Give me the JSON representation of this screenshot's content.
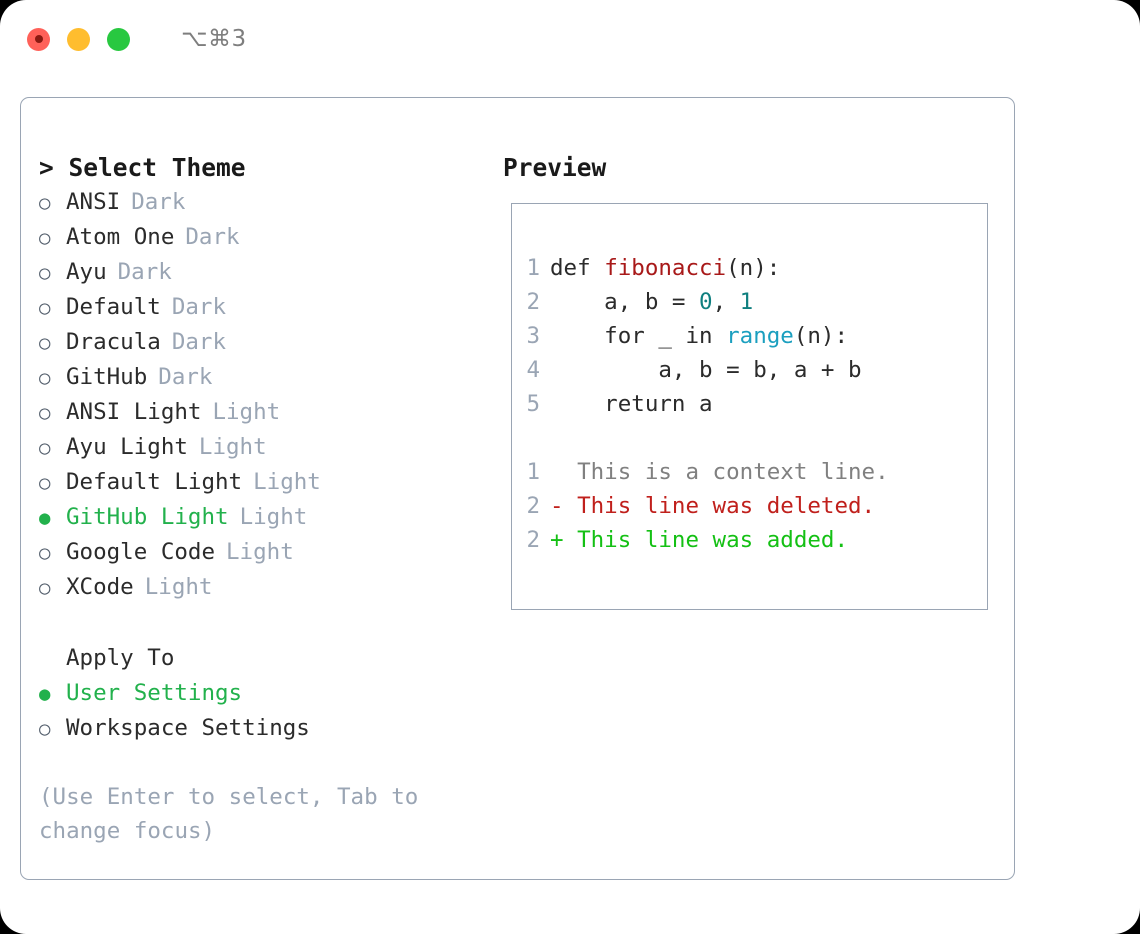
{
  "titlebar": {
    "shortcut": "⌥⌘3",
    "buttons": [
      {
        "name": "close",
        "color": "#ff6159"
      },
      {
        "name": "minimize",
        "color": "#ffbd2e"
      },
      {
        "name": "maximize",
        "color": "#28c840"
      }
    ]
  },
  "theme_picker": {
    "heading": "> Select Theme",
    "marker_selected": "●",
    "marker_unselected": "○",
    "items": [
      {
        "label": "ANSI",
        "tag": "Dark",
        "selected": false,
        "marker": "○"
      },
      {
        "label": "Atom One",
        "tag": "Dark",
        "selected": false,
        "marker": "○"
      },
      {
        "label": "Ayu",
        "tag": "Dark",
        "selected": false,
        "marker": "○"
      },
      {
        "label": "Default",
        "tag": "Dark",
        "selected": false,
        "marker": "○"
      },
      {
        "label": "Dracula",
        "tag": "Dark",
        "selected": false,
        "marker": "○"
      },
      {
        "label": "GitHub",
        "tag": "Dark",
        "selected": false,
        "marker": "○"
      },
      {
        "label": "ANSI Light",
        "tag": "Light",
        "selected": false,
        "marker": "○"
      },
      {
        "label": "Ayu Light",
        "tag": "Light",
        "selected": false,
        "marker": "○"
      },
      {
        "label": "Default Light",
        "tag": "Light",
        "selected": false,
        "marker": "○"
      },
      {
        "label": "GitHub Light",
        "tag": "Light",
        "selected": true,
        "marker": "●"
      },
      {
        "label": "Google Code",
        "tag": "Light",
        "selected": false,
        "marker": "○"
      },
      {
        "label": "XCode",
        "tag": "Light",
        "selected": false,
        "marker": "○"
      }
    ]
  },
  "apply_to": {
    "heading": "Apply To",
    "items": [
      {
        "label": "User Settings",
        "selected": true,
        "marker": "●"
      },
      {
        "label": "Workspace Settings",
        "selected": false,
        "marker": "○"
      }
    ]
  },
  "hint": "(Use Enter to select, Tab to change focus)",
  "preview": {
    "title": "Preview",
    "code_lines": [
      {
        "no": "1",
        "segments": [
          {
            "text": "def ",
            "type": "plain"
          },
          {
            "text": "fibonacci",
            "type": "fn"
          },
          {
            "text": "(n):",
            "type": "plain"
          }
        ]
      },
      {
        "no": "2",
        "segments": [
          {
            "text": "    a, b = ",
            "type": "plain"
          },
          {
            "text": "0",
            "type": "num"
          },
          {
            "text": ", ",
            "type": "plain"
          },
          {
            "text": "1",
            "type": "num"
          }
        ]
      },
      {
        "no": "3",
        "segments": [
          {
            "text": "    for _ in ",
            "type": "plain"
          },
          {
            "text": "range",
            "type": "call"
          },
          {
            "text": "(n):",
            "type": "plain"
          }
        ]
      },
      {
        "no": "4",
        "segments": [
          {
            "text": "        a, b = b, a + b",
            "type": "plain"
          }
        ]
      },
      {
        "no": "5",
        "segments": [
          {
            "text": "    return a",
            "type": "plain"
          }
        ]
      }
    ],
    "diff_lines": [
      {
        "no": "1",
        "kind": "context",
        "text": "  This is a context line."
      },
      {
        "no": "2",
        "kind": "deleted",
        "text": "- This line was deleted."
      },
      {
        "no": "2",
        "kind": "added",
        "text": "+ This line was added."
      }
    ]
  },
  "colors": {
    "selected_green": "#22b14c",
    "tag_gray": "#9aa5b4",
    "border": "#9aa5b4",
    "fn_red": "#a81919",
    "num_teal": "#0f7f7f",
    "call_blue": "#1b9fbf",
    "diff_deleted": "#c0201c",
    "diff_added": "#14c014",
    "diff_context": "#808080"
  }
}
